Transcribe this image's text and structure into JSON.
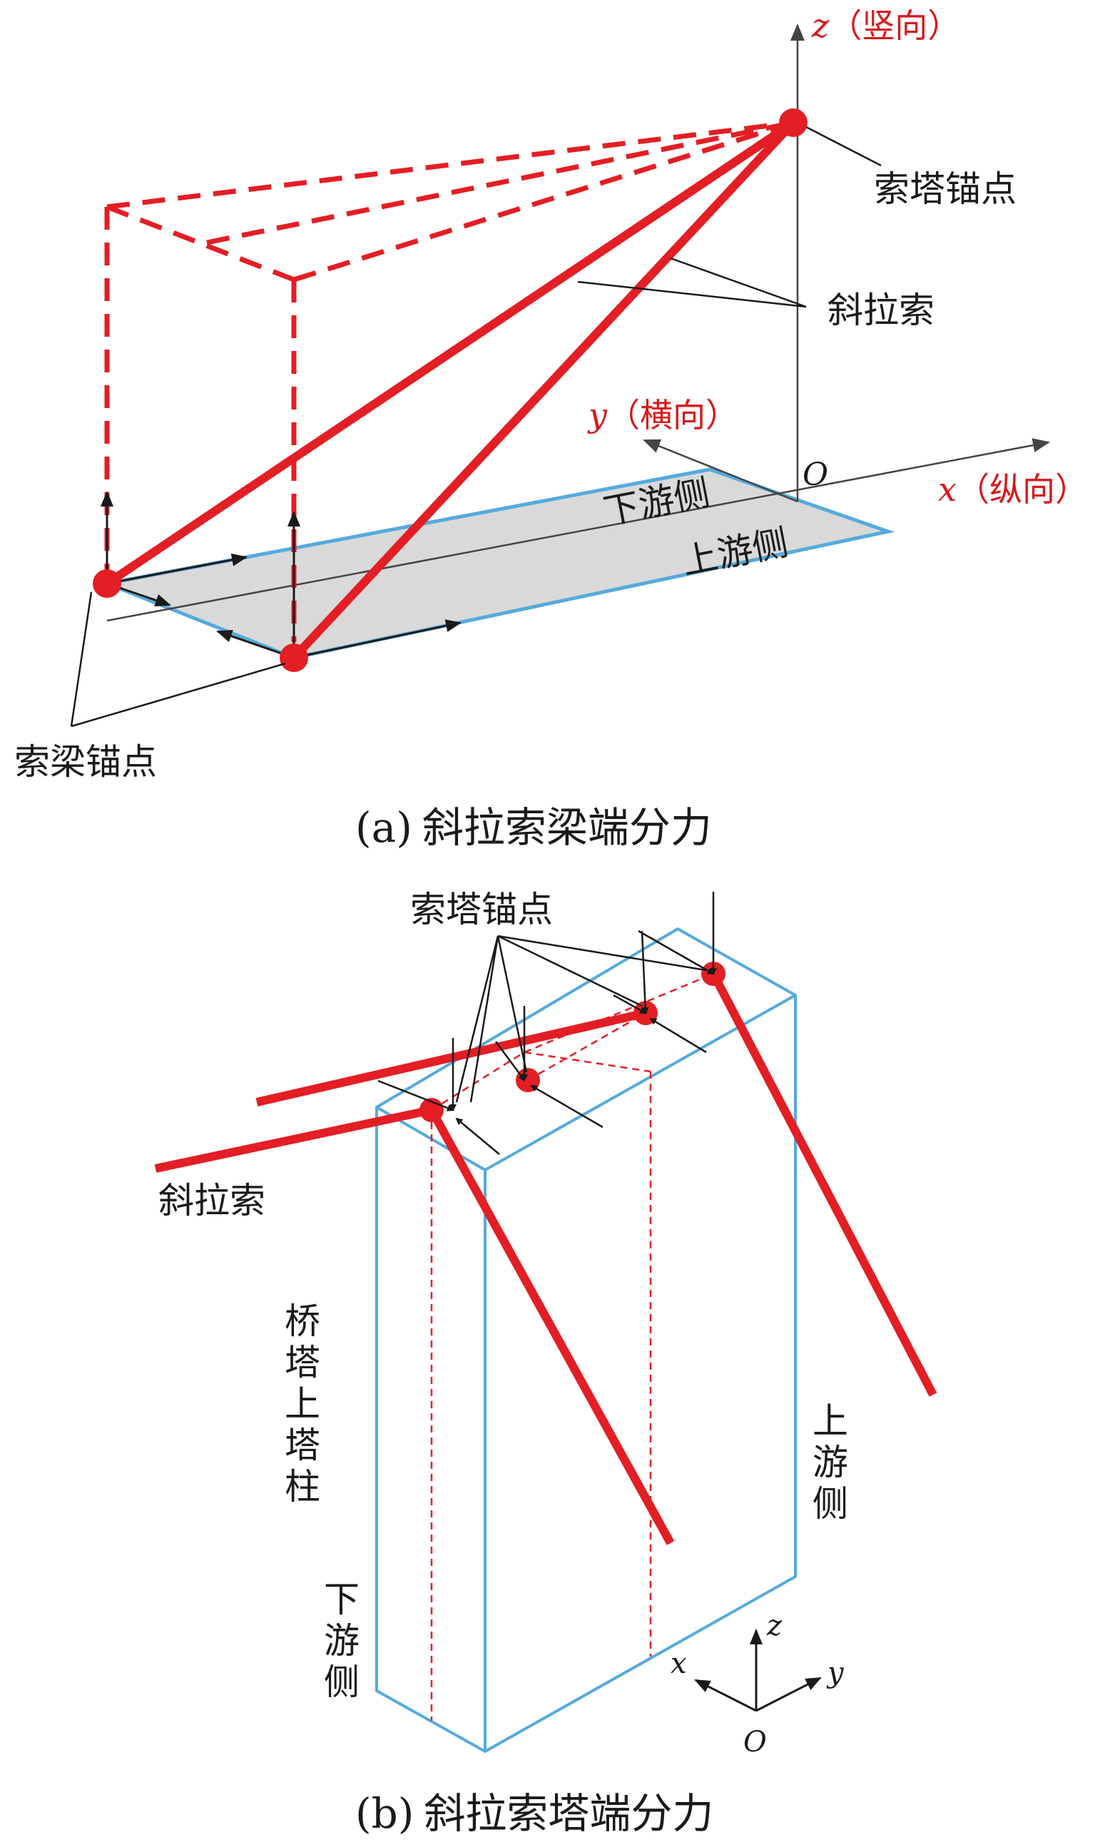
{
  "colors": {
    "cable": "#e31e24",
    "outline": "#55aadd",
    "deck_fill": "#d9d9d9",
    "ink": "#1a1a1a",
    "axis_label": "#d7191c"
  },
  "panel_a": {
    "axes": {
      "z_var": "z",
      "z_dir": "（竖向）",
      "y_var": "y",
      "y_dir": "（横向）",
      "x_var": "x",
      "x_dir": "（纵向）",
      "origin": "O"
    },
    "labels": {
      "tower_anchor": "索塔锚点",
      "stay_cable": "斜拉索",
      "downstream_side": "下游侧",
      "upstream_side": "上游侧",
      "beam_anchor": "索梁锚点"
    },
    "caption": {
      "letter": "(a)",
      "text": "斜拉索梁端分力"
    }
  },
  "panel_b": {
    "labels": {
      "tower_anchor": "索塔锚点",
      "stay_cable": "斜拉索",
      "tower_column": "桥塔上塔柱",
      "upstream_side": "上游侧",
      "downstream_side": "下游侧"
    },
    "axes": {
      "z_var": "z",
      "x_var": "x",
      "y_var": "y",
      "origin": "O"
    },
    "caption": {
      "letter": "(b)",
      "text": "斜拉索塔端分力"
    }
  }
}
